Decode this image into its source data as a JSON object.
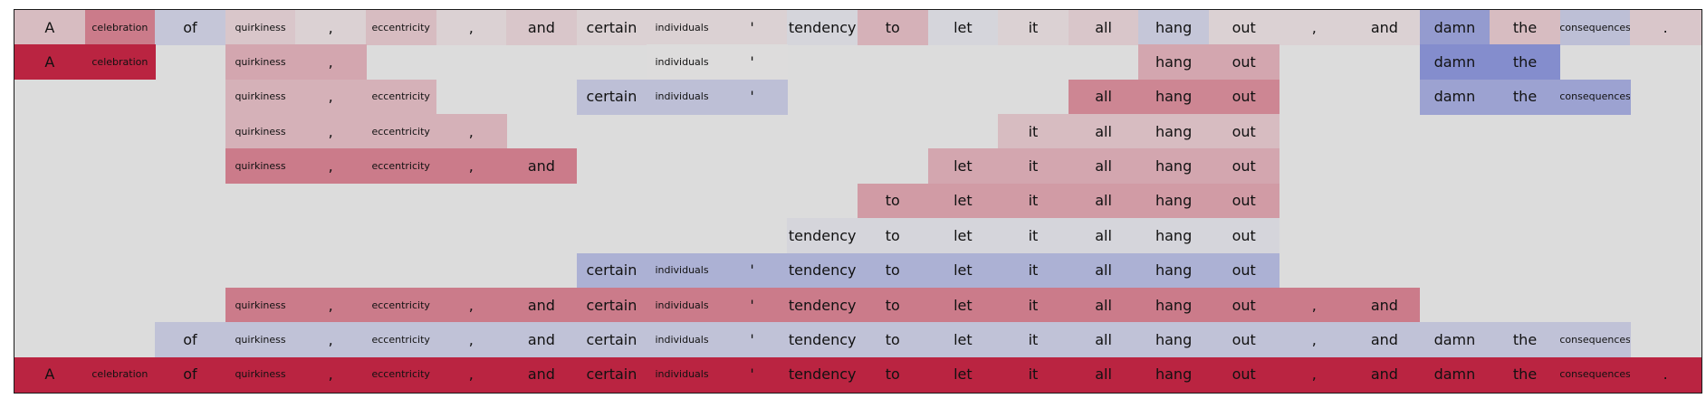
{
  "chart_data": {
    "type": "heatmap",
    "tokens": [
      "A",
      "celebration",
      "of",
      "quirkiness",
      ",",
      "eccentricity",
      ",",
      "and",
      "certain",
      "individuals",
      "'",
      "tendency",
      "to",
      "let",
      "it",
      "all",
      "hang",
      "out",
      ",",
      "and",
      "damn",
      "the",
      "consequences",
      "."
    ],
    "small_tokens": [
      "celebration",
      "quirkiness",
      "eccentricity",
      "individuals",
      "consequences"
    ],
    "rows": [
      {
        "cells": [
          0.15,
          0.45,
          -0.15,
          0.1,
          0.05,
          0.15,
          0.05,
          0.1,
          0.05,
          0.05,
          0.05,
          -0.05,
          0.2,
          -0.05,
          0.05,
          0.1,
          -0.15,
          0.05,
          0.05,
          0.05,
          -0.45,
          0.15,
          -0.2,
          0.1
        ]
      },
      {
        "cells": [
          0.85,
          0.85,
          null,
          0.25,
          0.25,
          null,
          null,
          null,
          null,
          0.0,
          0.0,
          null,
          null,
          null,
          null,
          null,
          0.25,
          0.25,
          null,
          null,
          -0.55,
          -0.55,
          null,
          null
        ]
      },
      {
        "cells": [
          null,
          null,
          null,
          0.2,
          0.2,
          0.2,
          null,
          null,
          -0.2,
          -0.2,
          -0.2,
          null,
          null,
          null,
          null,
          0.4,
          0.4,
          0.4,
          null,
          null,
          -0.4,
          -0.4,
          -0.4,
          null
        ]
      },
      {
        "cells": [
          null,
          null,
          null,
          0.2,
          0.2,
          0.2,
          0.2,
          null,
          null,
          null,
          null,
          null,
          null,
          null,
          0.15,
          0.15,
          0.15,
          0.15,
          null,
          null,
          null,
          null,
          null,
          null
        ]
      },
      {
        "cells": [
          null,
          null,
          null,
          0.45,
          0.45,
          0.45,
          0.45,
          0.45,
          null,
          null,
          null,
          null,
          null,
          0.25,
          0.25,
          0.25,
          0.25,
          0.25,
          null,
          null,
          null,
          null,
          null,
          null
        ]
      },
      {
        "cells": [
          null,
          null,
          null,
          null,
          null,
          null,
          null,
          null,
          null,
          null,
          null,
          null,
          0.3,
          0.3,
          0.3,
          0.3,
          0.3,
          0.3,
          null,
          null,
          null,
          null,
          null,
          null
        ]
      },
      {
        "cells": [
          null,
          null,
          null,
          null,
          null,
          null,
          null,
          null,
          null,
          null,
          null,
          -0.05,
          -0.05,
          -0.05,
          -0.05,
          -0.05,
          -0.05,
          -0.05,
          null,
          null,
          null,
          null,
          null,
          null
        ]
      },
      {
        "cells": [
          null,
          null,
          null,
          null,
          null,
          null,
          null,
          null,
          -0.3,
          -0.3,
          -0.3,
          -0.3,
          -0.3,
          -0.3,
          -0.3,
          -0.3,
          -0.3,
          -0.3,
          null,
          null,
          null,
          null,
          null,
          null
        ]
      },
      {
        "cells": [
          null,
          null,
          null,
          0.45,
          0.45,
          0.45,
          0.45,
          0.45,
          0.45,
          0.45,
          0.45,
          0.45,
          0.45,
          0.45,
          0.45,
          0.45,
          0.45,
          0.45,
          0.45,
          0.45,
          null,
          null,
          null,
          null
        ]
      },
      {
        "cells": [
          null,
          null,
          -0.18,
          -0.18,
          -0.18,
          -0.18,
          -0.18,
          -0.18,
          -0.18,
          -0.18,
          -0.18,
          -0.18,
          -0.18,
          -0.18,
          -0.18,
          -0.18,
          -0.18,
          -0.18,
          -0.18,
          -0.18,
          -0.18,
          -0.18,
          -0.18,
          null
        ]
      },
      {
        "cells": [
          0.85,
          0.85,
          0.85,
          0.85,
          0.85,
          0.85,
          0.85,
          0.85,
          0.85,
          0.85,
          0.85,
          0.85,
          0.85,
          0.85,
          0.85,
          0.85,
          0.85,
          0.85,
          0.85,
          0.85,
          0.85,
          0.85,
          0.85,
          0.85
        ]
      }
    ],
    "value_range": [
      -1,
      1
    ],
    "colormap": "coolwarm",
    "colors": {
      "background": "#dcdcdc",
      "border": "#1a1a1a",
      "positive": "#b40426",
      "neutral": "#dddcdc",
      "negative": "#3b4cc0"
    }
  }
}
